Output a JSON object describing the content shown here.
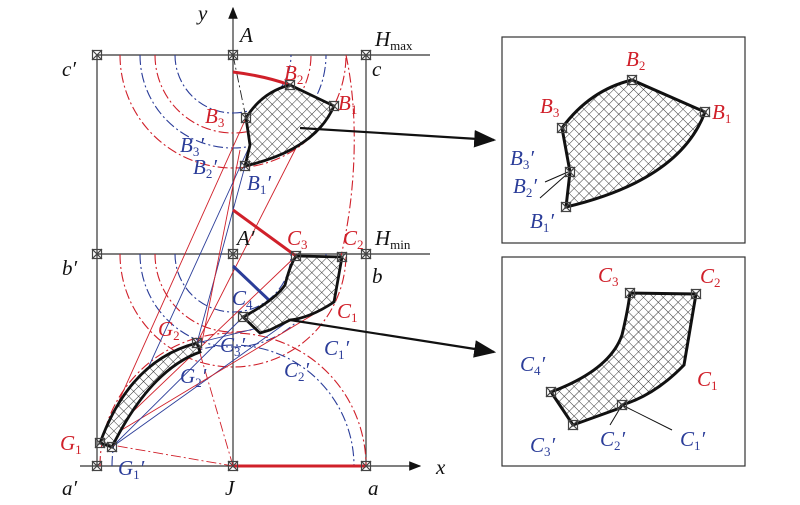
{
  "colors": {
    "red": "#d0202a",
    "blue": "#2b3d99",
    "black": "#111111"
  },
  "axes": {
    "x": "x",
    "y": "y"
  },
  "levels": {
    "hmax": {
      "base": "H",
      "sub": "max"
    },
    "hmin": {
      "base": "H",
      "sub": "min"
    }
  },
  "points": {
    "A": "A",
    "A_prime": "A′",
    "J": "J",
    "a": "a",
    "a_prime": "a′",
    "b": "b",
    "b_prime": "b′",
    "c": "c",
    "c_prime": "c′"
  },
  "labels": {
    "B1": {
      "base": "B",
      "sub": "1",
      "prime": ""
    },
    "B2": {
      "base": "B",
      "sub": "2",
      "prime": ""
    },
    "B3": {
      "base": "B",
      "sub": "3",
      "prime": ""
    },
    "B1p": {
      "base": "B",
      "sub": "1",
      "prime": "′"
    },
    "B2p": {
      "base": "B",
      "sub": "2",
      "prime": "′"
    },
    "B3p": {
      "base": "B",
      "sub": "3",
      "prime": "′"
    },
    "C1": {
      "base": "C",
      "sub": "1",
      "prime": ""
    },
    "C2": {
      "base": "C",
      "sub": "2",
      "prime": ""
    },
    "C3": {
      "base": "C",
      "sub": "3",
      "prime": ""
    },
    "C4": {
      "base": "C",
      "sub": "4",
      "prime": ""
    },
    "C4p": {
      "base": "C",
      "sub": "4",
      "prime": "′"
    },
    "C1p": {
      "base": "C",
      "sub": "1",
      "prime": "′"
    },
    "C2p": {
      "base": "C",
      "sub": "2",
      "prime": "′"
    },
    "C3p": {
      "base": "C",
      "sub": "3",
      "prime": "′"
    },
    "G1": {
      "base": "G",
      "sub": "1",
      "prime": ""
    },
    "G2": {
      "base": "G",
      "sub": "2",
      "prime": ""
    },
    "G1p": {
      "base": "G",
      "sub": "1",
      "prime": "′"
    },
    "G2p": {
      "base": "G",
      "sub": "2",
      "prime": "′"
    }
  }
}
